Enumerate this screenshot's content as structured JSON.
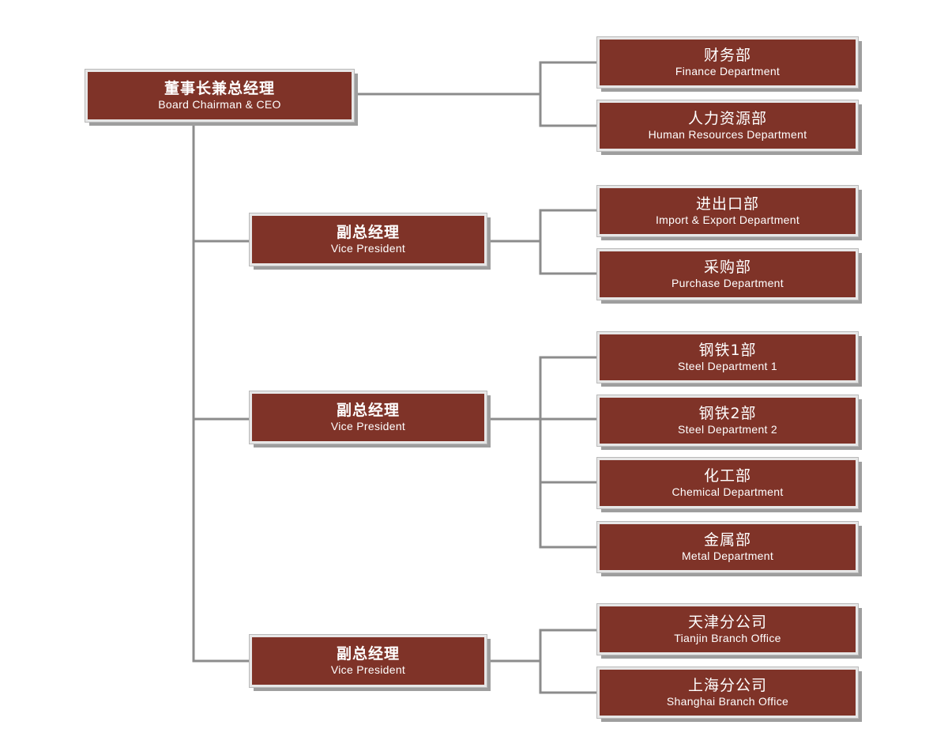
{
  "colors": {
    "box_fill": "#7f3328",
    "box_border": "#e7e7e7",
    "box_shadow": "#9e9e9e",
    "connector": "#8c8c8c",
    "text": "#ffffff",
    "background": "#ffffff"
  },
  "chart": {
    "ceo": {
      "title_zh": "董事长兼总经理",
      "title_en": "Board Chairman & CEO",
      "departments": [
        {
          "zh": "财务部",
          "en": "Finance Department"
        },
        {
          "zh": "人力资源部",
          "en": "Human Resources Department"
        }
      ]
    },
    "vice_presidents": [
      {
        "title_zh": "副总经理",
        "title_en": "Vice President",
        "departments": [
          {
            "zh": "进出口部",
            "en": "Import & Export Department"
          },
          {
            "zh": "采购部",
            "en": "Purchase Department"
          }
        ]
      },
      {
        "title_zh": "副总经理",
        "title_en": "Vice President",
        "departments": [
          {
            "zh": "钢铁1部",
            "en": "Steel Department 1"
          },
          {
            "zh": "钢铁2部",
            "en": "Steel Department 2"
          },
          {
            "zh": "化工部",
            "en": "Chemical Department"
          },
          {
            "zh": "金属部",
            "en": "Metal Department"
          }
        ]
      },
      {
        "title_zh": "副总经理",
        "title_en": "Vice President",
        "departments": [
          {
            "zh": "天津分公司",
            "en": "Tianjin Branch Office"
          },
          {
            "zh": "上海分公司",
            "en": "Shanghai Branch Office"
          }
        ]
      }
    ]
  }
}
